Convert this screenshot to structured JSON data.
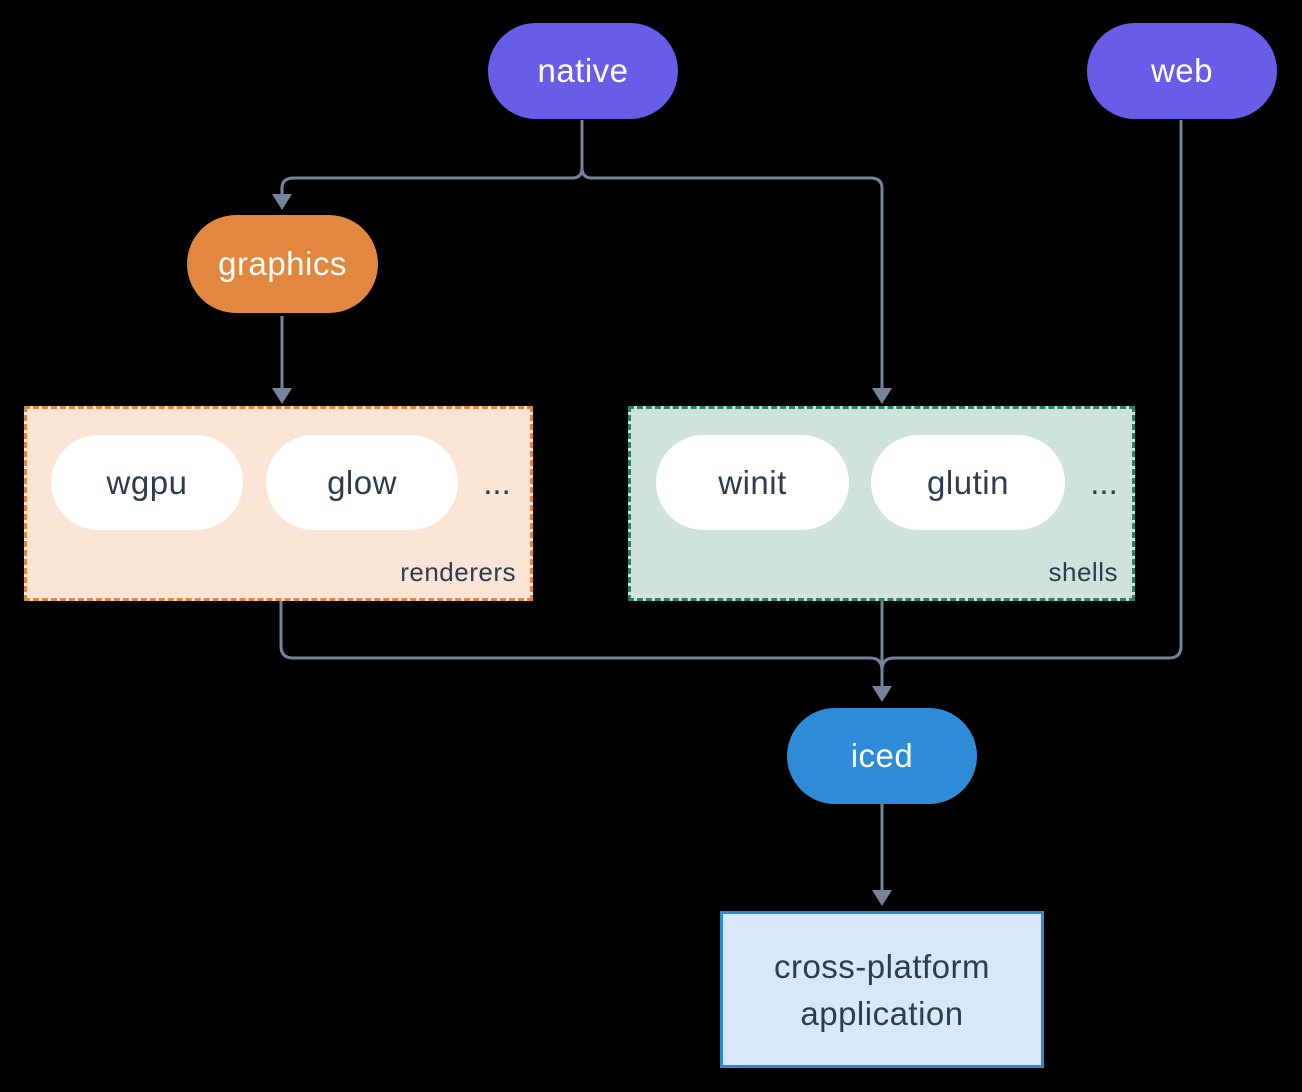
{
  "colors": {
    "background": "#000000",
    "purple": "#695ce7",
    "orange": "#e18740",
    "orange-border": "#e18740",
    "blue": "#2d8bd8",
    "peach-fill": "#fae4d6",
    "green-fill": "#cfe2db",
    "teal-border": "#2f7d6d",
    "app-fill": "#d7e8f8",
    "dark-text": "#2e3d4d",
    "line": "#75849b",
    "white": "#ffffff"
  },
  "nodes": {
    "native": {
      "label": "native"
    },
    "web": {
      "label": "web"
    },
    "graphics": {
      "label": "graphics"
    },
    "iced": {
      "label": "iced"
    },
    "application": {
      "label": "cross-platform application"
    }
  },
  "groups": {
    "renderers": {
      "label": "renderers",
      "items": [
        "wgpu",
        "glow"
      ],
      "ellipsis": "..."
    },
    "shells": {
      "label": "shells",
      "items": [
        "winit",
        "glutin"
      ],
      "ellipsis": "..."
    }
  }
}
